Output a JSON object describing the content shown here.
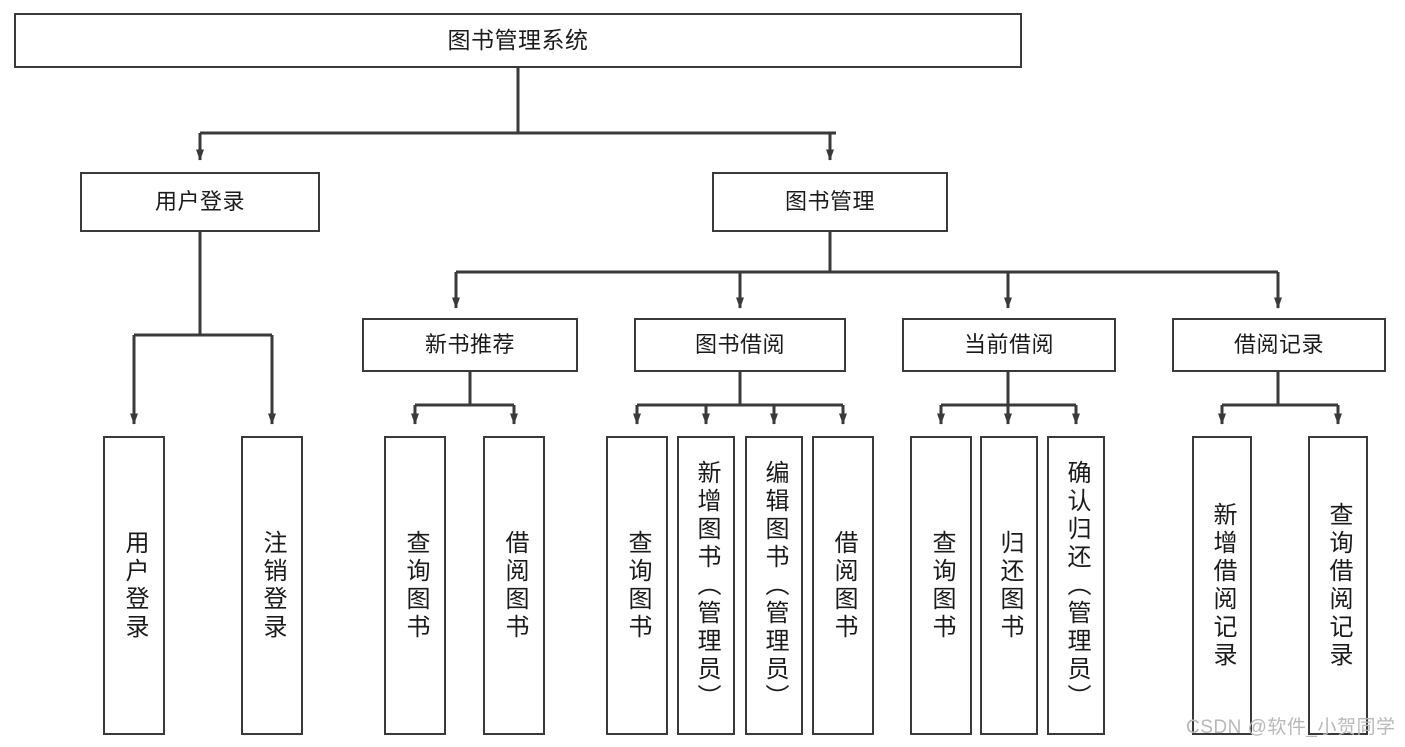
{
  "diagram": {
    "type": "tree",
    "title": "图书管理系统",
    "root": {
      "label": "图书管理系统"
    },
    "level2": [
      {
        "label": "用户登录"
      },
      {
        "label": "图书管理"
      }
    ],
    "level3": [
      {
        "label": "新书推荐"
      },
      {
        "label": "图书借阅"
      },
      {
        "label": "当前借阅"
      },
      {
        "label": "借阅记录"
      }
    ],
    "leaves": {
      "user_login": [
        {
          "label": "用户登录"
        },
        {
          "label": "注销登录"
        }
      ],
      "new_book_recommend": [
        {
          "label": "查询图书"
        },
        {
          "label": "借阅图书"
        }
      ],
      "book_borrow": [
        {
          "label": "查询图书"
        },
        {
          "label": "新增图书（管理员）"
        },
        {
          "label": "编辑图书（管理员）"
        },
        {
          "label": "借阅图书"
        }
      ],
      "current_borrow": [
        {
          "label": "查询图书"
        },
        {
          "label": "归还图书"
        },
        {
          "label": "确认归还（管理员）"
        }
      ],
      "borrow_record": [
        {
          "label": "新增借阅记录"
        },
        {
          "label": "查询借阅记录"
        }
      ]
    },
    "colors": {
      "stroke": "#3a3a3a",
      "fill": "#ffffff",
      "text": "#1b1b1b",
      "watermark": "#b9b9b9"
    }
  },
  "watermark": {
    "text": "CSDN @软件_小贺同学"
  }
}
